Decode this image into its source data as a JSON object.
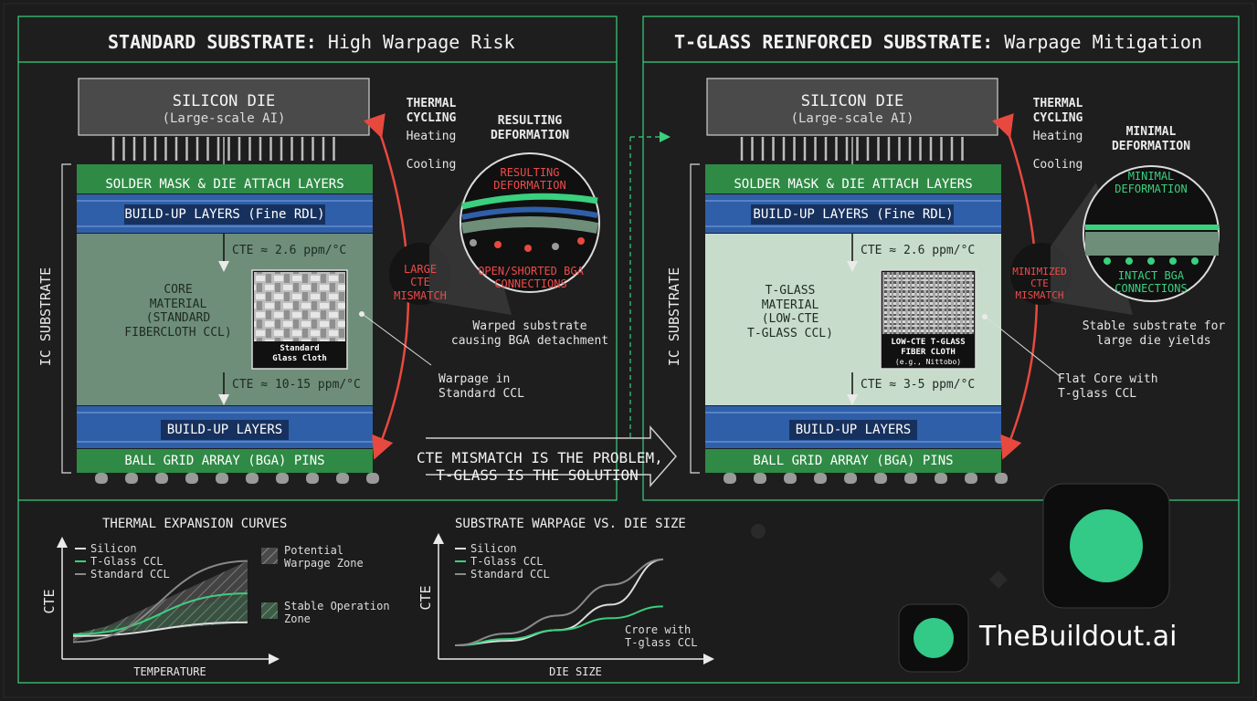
{
  "left_panel": {
    "title_bold": "STANDARD SUBSTRATE:",
    "title_rest": " High Warpage Risk",
    "die_title": "SILICON DIE",
    "die_sub": "(Large-scale AI)",
    "side_label": "IC SUBSTRATE",
    "layer_mask": "SOLDER MASK & DIE ATTACH LAYERS",
    "layer_buildup_top": "BUILD-UP LAYERS (Fine RDL)",
    "cte_top": "CTE ≈ 2.6 ppm/°C",
    "core_label": "CORE\nMATERIAL\n(STANDARD\nFIBERCLOTH CCL)",
    "cloth_caption": "Standard\nGlass Cloth",
    "cte_bottom": "CTE ≈ 10-15 ppm/°C",
    "layer_buildup_bottom": "BUILD-UP LAYERS",
    "layer_bga": "BALL GRID ARRAY (BGA) PINS",
    "thermal_cycling": "THERMAL\nCYCLING",
    "heating": "Heating",
    "cooling": "Cooling",
    "mismatch": "LARGE\nCTE\nMISMATCH",
    "deform_title": "RESULTING\nDEFORMATION",
    "deform_inner": "RESULTING\nDEFORMATION",
    "bga_fail": "OPEN/SHORTED BGA\nCONNECTIONS",
    "caption": "Warped substrate\ncausing BGA detachment",
    "warpage_note": "Warpage in\nStandard CCL"
  },
  "right_panel": {
    "title_bold": "T-GLASS REINFORCED SUBSTRATE:",
    "title_rest": " Warpage Mitigation",
    "die_title": "SILICON DIE",
    "die_sub": "(Large-scale AI)",
    "side_label": "IC SUBSTRATE",
    "layer_mask": "SOLDER MASK & DIE ATTACH LAYERS",
    "layer_buildup_top": "BUILD-UP LAYERS (Fine RDL)",
    "cte_top": "CTE ≈ 2.6 ppm/°C",
    "core_label": "T-GLASS\nMATERIAL\n(LOW-CTE\nT-GLASS CCL)",
    "cloth_caption": "LOW-CTE T-GLASS\nFIBER CLOTH",
    "cloth_sub": "(e.g., Nittobo)",
    "cte_bottom": "CTE ≈ 3-5 ppm/°C",
    "layer_buildup_bottom": "BUILD-UP LAYERS",
    "layer_bga": "BALL GRID ARRAY (BGA) PINS",
    "thermal_cycling": "THERMAL\nCYCLING",
    "heating": "Heating",
    "cooling": "Cooling",
    "mismatch": "MINIMIZED\nCTE\nMISMATCH",
    "deform_title": "MINIMAL\nDEFORMATION",
    "deform_inner": "MINIMAL\nDEFORMATION",
    "bga_ok": "INTACT BGA\nCONNECTIONS",
    "caption": "Stable substrate for\nlarge die yields",
    "flat_note": "Flat Core with\nT-glass CCL"
  },
  "banner": "CTE MISMATCH IS THE PROBLEM,\nT-GLASS IS THE SOLUTION",
  "brand": {
    "name": "TheBuildout.ai",
    "accent": "#33c987"
  },
  "colors": {
    "background": "#1c1c1c",
    "panel_border": "#3ad07e",
    "green_layer": "#2f8a45",
    "blue_layer": "#2f5fa8",
    "core_standard": "#6e8e79",
    "core_tglass": "#c8dccc",
    "warning_red": "#e8493f",
    "ok_green": "#3ad07e"
  },
  "chart_data": [
    {
      "type": "line",
      "title": "THERMAL EXPANSION CURVES",
      "xlabel": "TEMPERATURE",
      "ylabel": "CTE",
      "x": [
        0,
        1
      ],
      "series": [
        {
          "name": "Silicon",
          "values": [
            0.12,
            0.28
          ]
        },
        {
          "name": "T-Glass CCL",
          "values": [
            0.14,
            0.62
          ]
        },
        {
          "name": "Standard CCL",
          "values": [
            0.05,
            1.0
          ]
        }
      ],
      "zones": [
        {
          "name": "Potential\nWarpage Zone",
          "between": [
            "T-Glass CCL",
            "Standard CCL"
          ]
        },
        {
          "name": "Stable Operation\nZone",
          "between": [
            "Silicon",
            "T-Glass CCL"
          ]
        }
      ],
      "ylim": [
        0,
        1.2
      ],
      "xlim": [
        0,
        1.1
      ],
      "legend": "top-left"
    },
    {
      "type": "line",
      "title": "SUBSTRATE WARPAGE VS. DIE SIZE",
      "xlabel": "DIE SIZE",
      "ylabel": "CTE",
      "x": [
        0,
        0.25,
        0.5,
        0.75,
        1
      ],
      "series": [
        {
          "name": "Silicon",
          "values": [
            0.05,
            0.1,
            0.22,
            0.5,
            1.0
          ]
        },
        {
          "name": "T-Glass CCL",
          "values": [
            0.05,
            0.12,
            0.22,
            0.35,
            0.48
          ]
        },
        {
          "name": "Standard CCL",
          "values": [
            0.05,
            0.18,
            0.38,
            0.72,
            1.0
          ]
        }
      ],
      "annotation": "Crore with\nT-glass CCL",
      "ylim": [
        0,
        1.15
      ],
      "xlim": [
        0,
        1.15
      ],
      "legend": "top-left"
    }
  ]
}
